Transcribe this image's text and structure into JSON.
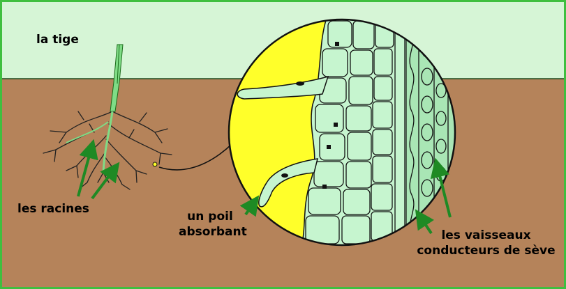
{
  "labels": {
    "stem": "la tige",
    "roots": "les racines",
    "root_hair_line1": "un poil",
    "root_hair_line2": "absorbant",
    "vessels_line1": "les vaisseaux",
    "vessels_line2": "conducteurs de sève"
  },
  "colors": {
    "sky": "#d6f5d6",
    "soil": "#b5835a",
    "frame": "#3fbf3f",
    "magnifier_bg": "#ffff2a",
    "cells": "#c6f5cf",
    "vessels": "#a9e6b5",
    "stem": "#7fdc86",
    "arrow": "#1e8a24",
    "root_lines": "#222222"
  }
}
